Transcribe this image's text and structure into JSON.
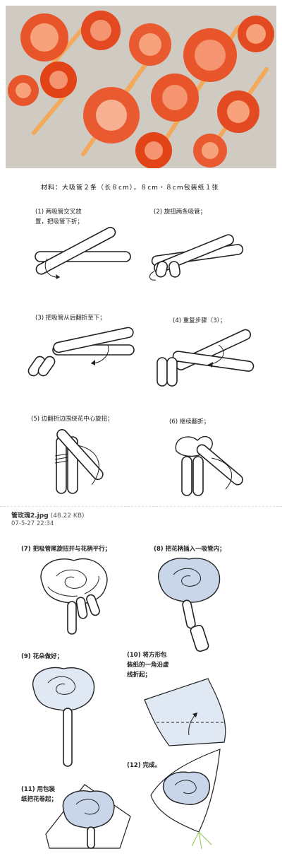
{
  "materials": "材料：大吸管２条（长８cm），８cm・８cm包装纸１张",
  "steps_top": [
    {
      "label": "(1)  两吸管交叉放\n置，把吸管下折；"
    },
    {
      "label": "(2)  旋扭两条吸管；"
    },
    {
      "label": "(3)  把吸管从后翻折至下；"
    },
    {
      "label": "(4)  重复步骤（3）；"
    },
    {
      "label": "(5)  边翻折边围绕花中心旋扭；"
    },
    {
      "label": "(6)  继续翻折；"
    }
  ],
  "file": {
    "name": "管玫瑰2.jpg",
    "size": "(48.22 KB)",
    "date": "07-5-27 22:34"
  },
  "steps_bottom": [
    {
      "label": "(7)  把吸管尾旋扭并与花柄平行；"
    },
    {
      "label": "(8)  把花柄插入一吸管内；"
    },
    {
      "label": "(9)  花朵做好；"
    },
    {
      "label": "(10)  将方形包\n装纸的一角沿虚\n线折起；"
    },
    {
      "label": "(11)  用包装\n纸把花卷起；"
    },
    {
      "label": "(12)  完成。"
    }
  ],
  "colors": {
    "rose_main": "#e8552a",
    "rose_light": "#f7a27a",
    "stem": "#f3a85a",
    "paper": "#dfe8f3"
  }
}
